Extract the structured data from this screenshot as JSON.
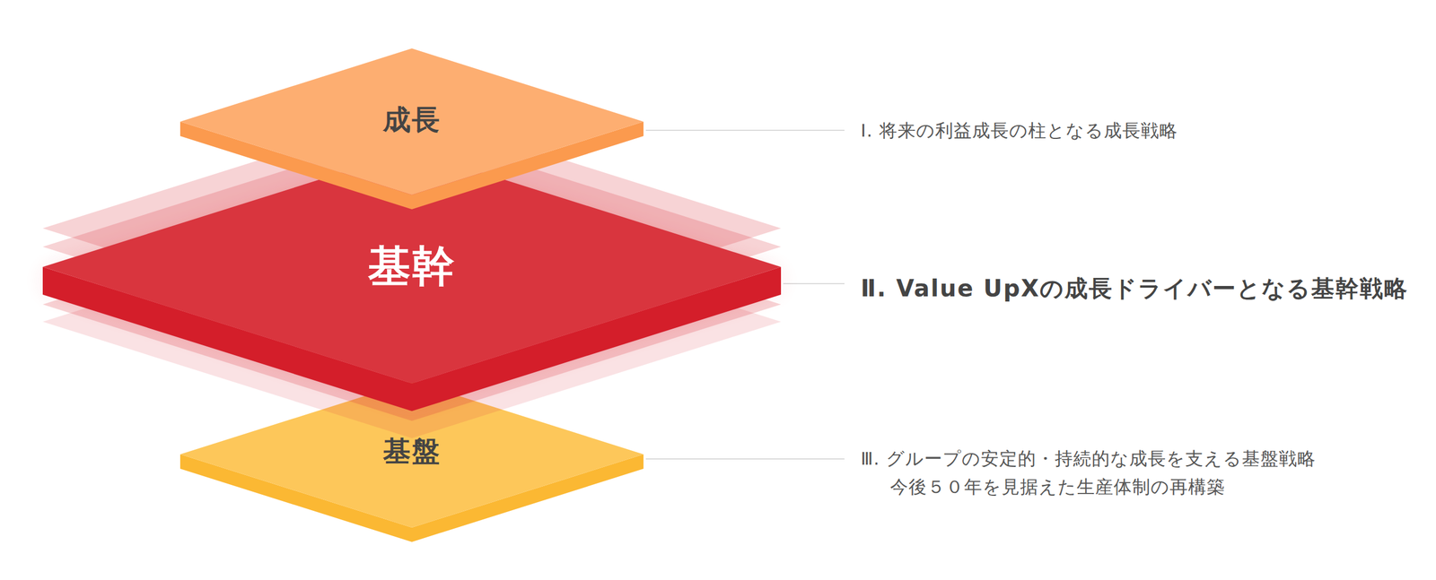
{
  "diagram": {
    "nodes": [
      {
        "text": [
          "成長"
        ]
      },
      {
        "text": [
          "基幹"
        ]
      },
      {
        "text": [
          "基盤"
        ]
      }
    ],
    "labels": [
      "Ⅰ. 将来の利益成長の柱となる成長戦略",
      "Ⅱ. Value UpXの成長ドライバーとなる基幹戦略",
      "Ⅲ. グループの安定的・持続的な成長を支える基盤戦略",
      "今後５０年を見据えた生産体制の再構築"
    ]
  }
}
